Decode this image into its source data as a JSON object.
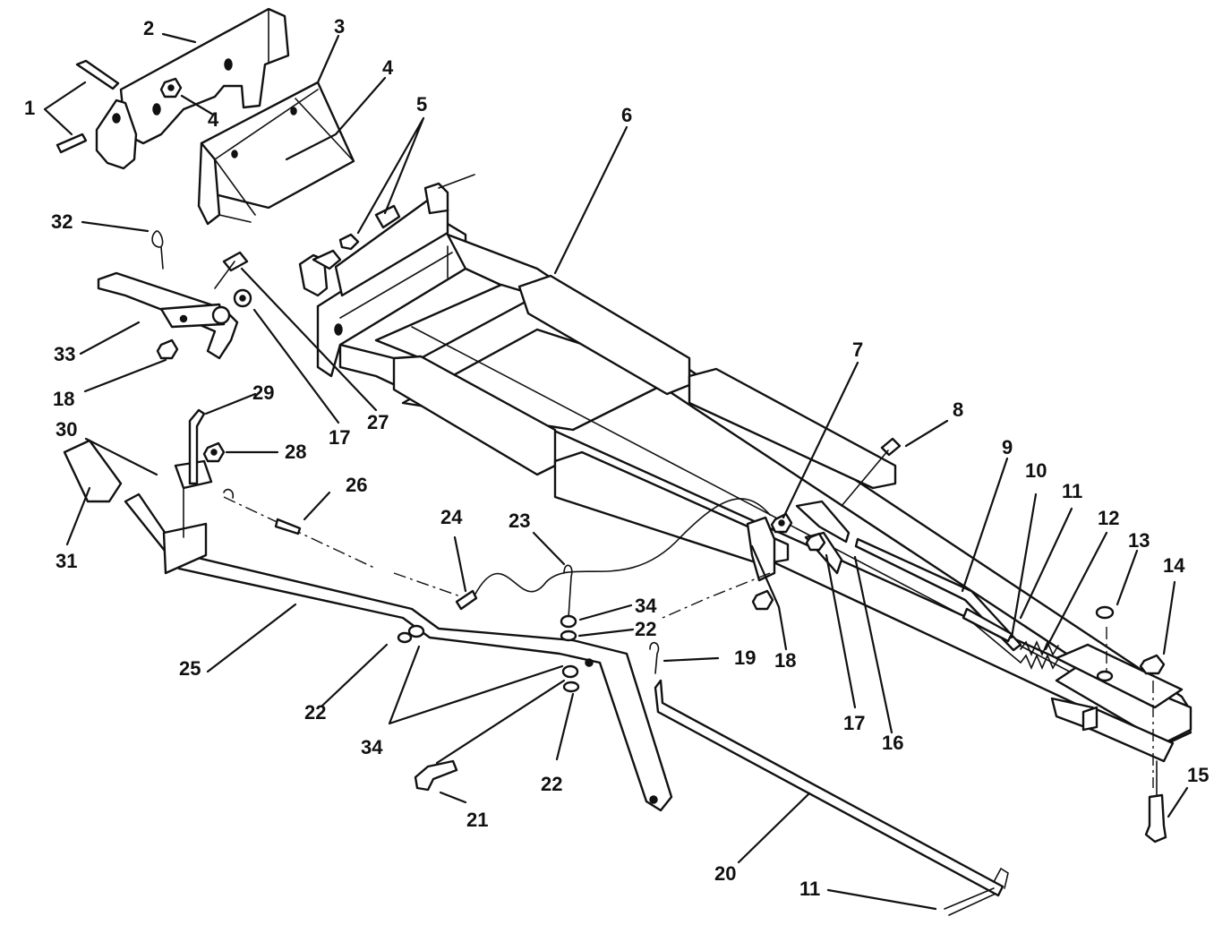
{
  "callouts": [
    {
      "id": "c1",
      "text": "1"
    },
    {
      "id": "c2",
      "text": "2"
    },
    {
      "id": "c3",
      "text": "3"
    },
    {
      "id": "c4a",
      "text": "4"
    },
    {
      "id": "c4b",
      "text": "4"
    },
    {
      "id": "c5",
      "text": "5"
    },
    {
      "id": "c6",
      "text": "6"
    },
    {
      "id": "c7",
      "text": "7"
    },
    {
      "id": "c8",
      "text": "8"
    },
    {
      "id": "c9",
      "text": "9"
    },
    {
      "id": "c10",
      "text": "10"
    },
    {
      "id": "c11a",
      "text": "11"
    },
    {
      "id": "c11b",
      "text": "11"
    },
    {
      "id": "c12",
      "text": "12"
    },
    {
      "id": "c13",
      "text": "13"
    },
    {
      "id": "c14",
      "text": "14"
    },
    {
      "id": "c15",
      "text": "15"
    },
    {
      "id": "c16",
      "text": "16"
    },
    {
      "id": "c17a",
      "text": "17"
    },
    {
      "id": "c17b",
      "text": "17"
    },
    {
      "id": "c18a",
      "text": "18"
    },
    {
      "id": "c18b",
      "text": "18"
    },
    {
      "id": "c19",
      "text": "19"
    },
    {
      "id": "c20",
      "text": "20"
    },
    {
      "id": "c21",
      "text": "21"
    },
    {
      "id": "c22a",
      "text": "22"
    },
    {
      "id": "c22b",
      "text": "22"
    },
    {
      "id": "c22c",
      "text": "22"
    },
    {
      "id": "c23",
      "text": "23"
    },
    {
      "id": "c24",
      "text": "24"
    },
    {
      "id": "c25",
      "text": "25"
    },
    {
      "id": "c26",
      "text": "26"
    },
    {
      "id": "c27",
      "text": "27"
    },
    {
      "id": "c28",
      "text": "28"
    },
    {
      "id": "c29",
      "text": "29"
    },
    {
      "id": "c30",
      "text": "30"
    },
    {
      "id": "c31",
      "text": "31"
    },
    {
      "id": "c32",
      "text": "32"
    },
    {
      "id": "c33",
      "text": "33"
    },
    {
      "id": "c34a",
      "text": "34"
    },
    {
      "id": "c34b",
      "text": "34"
    }
  ]
}
